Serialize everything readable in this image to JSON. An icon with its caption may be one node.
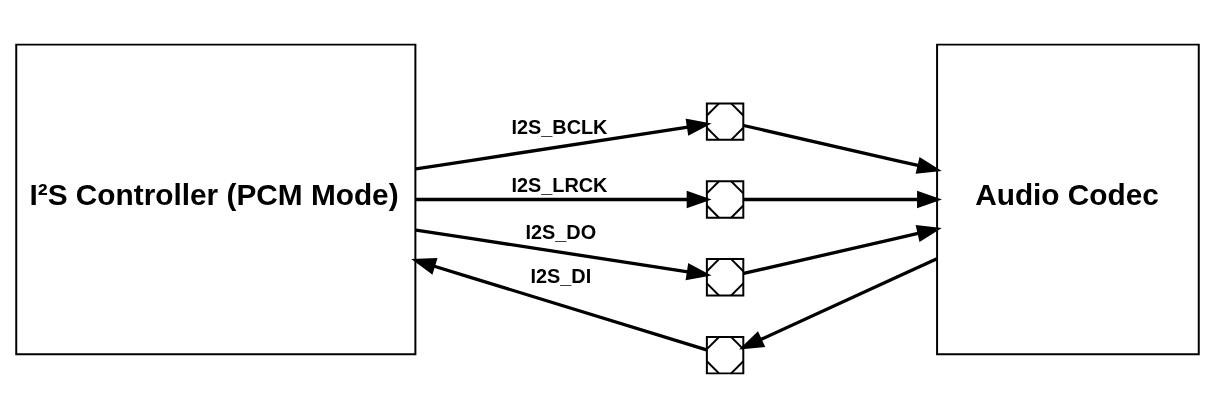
{
  "diagram": {
    "nodes": [
      {
        "text": [
          "I²S Controller (PCM Mode)"
        ]
      },
      {
        "text": [],
        "shape": "box"
      },
      {
        "text": [],
        "shape": "box"
      },
      {
        "text": [],
        "shape": "box"
      },
      {
        "text": [],
        "shape": "box"
      },
      {
        "text": [
          "Audio Codec"
        ]
      }
    ],
    "edges": [
      {
        "from": 0,
        "to": 1,
        "arrow": "to",
        "label": "I2S_BCLK"
      },
      {
        "from": 1,
        "to": 5,
        "arrow": "to"
      },
      {
        "from": 0,
        "to": 2,
        "arrow": "to",
        "label": "I2S_LRCK"
      },
      {
        "from": 2,
        "to": 5,
        "arrow": "to"
      },
      {
        "from": 0,
        "to": 3,
        "arrow": "to",
        "label": "I2S_DO"
      },
      {
        "from": 3,
        "to": 5,
        "arrow": "to"
      },
      {
        "from": 5,
        "to": 4,
        "arrow": "to"
      },
      {
        "from": 4,
        "to": 0,
        "arrow": "to",
        "label": "I2S_DI"
      }
    ]
  }
}
